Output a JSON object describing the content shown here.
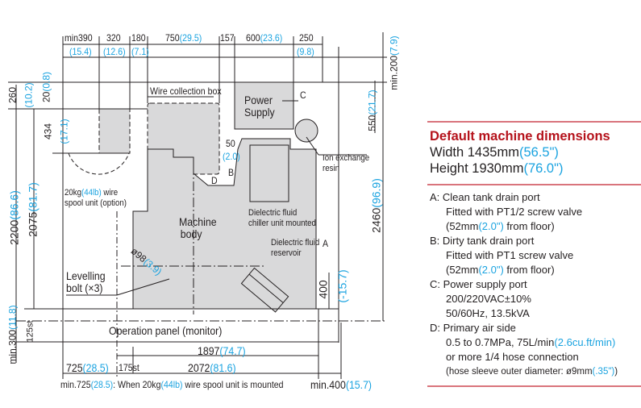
{
  "top_dims": [
    {
      "v": "min390",
      "i": "(15.4)"
    },
    {
      "v": "320",
      "i": "(12.6)"
    },
    {
      "v": "180",
      "i": "(7.1)"
    },
    {
      "v": "750",
      "i": "(29.5)"
    },
    {
      "v": "157",
      "i": ""
    },
    {
      "v": "600",
      "i": "(23.6)"
    },
    {
      "v": "250",
      "i": "(9.8)"
    }
  ],
  "side_dims": {
    "min200": "min.200",
    "min200_in": "(7.9)",
    "d550": "550",
    "d550_in": "(21.7)",
    "d2460": "2460",
    "d2460_in": "(96.9)",
    "d260": "260",
    "d260_in": "(10.2)",
    "d20": "20",
    "d20_in": "(0.8)",
    "d434": "434",
    "d434_in": "(17.1)",
    "d2200": "2200",
    "d2200_in": "(86.6)",
    "d2075": "2075",
    "d2075_in": "(81.7)",
    "min300": "min.300",
    "min300_in": "(11.8)",
    "d125": "125st",
    "d400": "400",
    "d400_in": "(-15.7)",
    "d50": "50",
    "d50_in": "(2.0)",
    "d98": "ø98",
    "d98_in": "(3.9)"
  },
  "bottom_dims": {
    "d1897": "1897",
    "d1897_in": "(74.7)",
    "d2072": "2072",
    "d2072_in": "(81.6)",
    "d725": "725",
    "d725_in": "(28.5)",
    "d175": "175st",
    "min400": "min.400",
    "min400_in": "(15.7)",
    "note_a": "min.725",
    "note_b": "(28.5)",
    "note_c": ": When 20kg",
    "note_d": "(44lb)",
    "note_e": " wire spool unit is mounted"
  },
  "labels": {
    "power_supply_1": "Power",
    "power_supply_2": "Supply",
    "c": "C",
    "a": "A",
    "b": "B",
    "d": "D",
    "wire_box": "Wire collection box",
    "ion_1": "Ion exchange",
    "ion_2": "resin",
    "spool_1a": "20kg",
    "spool_1b": "(44lb)",
    "spool_1c": " wire",
    "spool_2": "spool unit (option)",
    "machine_1": "Machine",
    "machine_2": "body",
    "chiller_1": "Dielectric fluid",
    "chiller_2": "chiller unit mounted",
    "reservoir_1": "Dielectric fluid",
    "reservoir_2": "reservoir",
    "levelling_1": "Levelling",
    "levelling_2": "bolt (×3)",
    "op_panel": "Operation panel (monitor)"
  },
  "panel": {
    "title": "Default machine dimensions",
    "width": "Width 1435mm",
    "width_in": "(56.5\")",
    "height": "Height 1930mm",
    "height_in": "(76.0\")",
    "a1": "A: Clean tank drain port",
    "a2": "Fitted with PT1/2 screw valve",
    "a3a": "(52mm",
    "a3b": "(2.0\")",
    "a3c": " from floor)",
    "b1": "B: Dirty tank drain port",
    "b2": "Fitted with PT1 screw valve",
    "b3a": "(52mm",
    "b3b": "(2.0\")",
    "b3c": " from floor)",
    "c1": "C: Power supply port",
    "c2": "200/220VAC±10%",
    "c3": "50/60Hz, 13.5kVA",
    "d1": "D: Primary air side",
    "d2a": "0.5 to 0.7MPa, 75L/min",
    "d2b": "(2.6cu.ft/min)",
    "d3": "or more 1/4 hose connection",
    "d4a": "(hose sleeve outer diameter: ø9mm",
    "d4b": "(.35\")",
    "d4c": ")"
  },
  "colors": {
    "accent": "#b5121b",
    "inch": "#1aa3e0",
    "fill": "#d9d9da"
  }
}
